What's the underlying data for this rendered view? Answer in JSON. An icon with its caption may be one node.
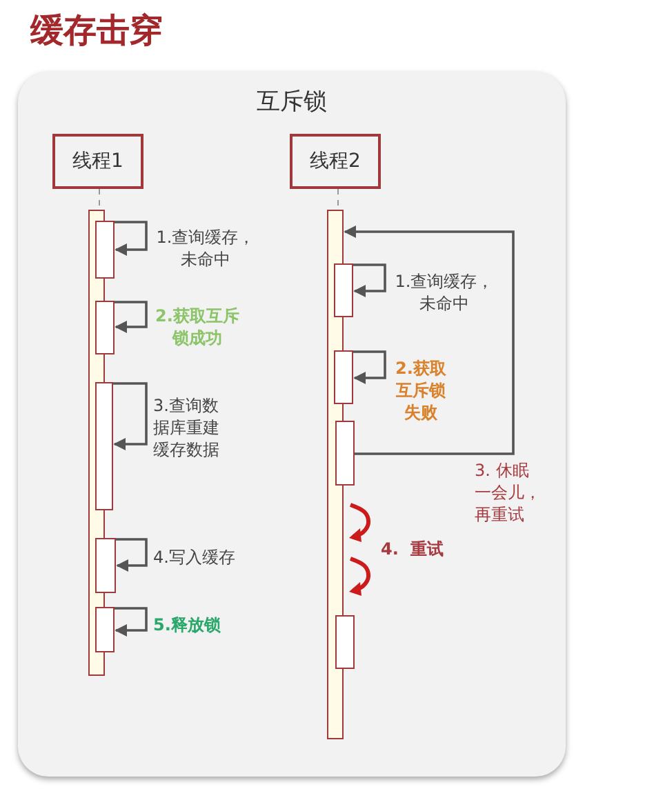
{
  "diagram": {
    "title": "缓存击穿",
    "nodes": [
      {
        "text": [
          "互斥锁"
        ]
      },
      {
        "text": [
          "线程1"
        ],
        "in": 0
      },
      {
        "text": [
          "线程2"
        ],
        "in": 0
      },
      {
        "text": [],
        "shape": "bar",
        "in": 0
      },
      {
        "text": [],
        "shape": "box",
        "in": 0
      },
      {
        "text": [],
        "shape": "box",
        "in": 0
      },
      {
        "text": [],
        "shape": "box",
        "in": 0
      },
      {
        "text": [],
        "shape": "box",
        "in": 0
      },
      {
        "text": [],
        "shape": "box",
        "in": 0
      },
      {
        "text": [],
        "shape": "bar",
        "in": 0
      },
      {
        "text": [],
        "shape": "box",
        "in": 0
      },
      {
        "text": [],
        "shape": "box",
        "in": 0
      },
      {
        "text": [],
        "shape": "box",
        "in": 0
      },
      {
        "text": [],
        "shape": "box",
        "in": 0
      }
    ],
    "edges": [
      {
        "from": 1,
        "to": 3,
        "arrow": "none",
        "style": "dashed"
      },
      {
        "from": 2,
        "to": 9,
        "arrow": "none",
        "style": "dashed"
      },
      {
        "from": 4,
        "to": 4,
        "arrow": "to",
        "label": "1.查询缓存，未命中"
      },
      {
        "from": 5,
        "to": 5,
        "arrow": "to",
        "label": "2.获取互斥锁成功"
      },
      {
        "from": 6,
        "to": 6,
        "arrow": "to",
        "label": "3.查询数据库重建缓存数据"
      },
      {
        "from": 7,
        "to": 7,
        "arrow": "to",
        "label": "4.写入缓存"
      },
      {
        "from": 8,
        "to": 8,
        "arrow": "to",
        "label": "5.释放锁"
      },
      {
        "from": 10,
        "to": 10,
        "arrow": "to",
        "label": "1.查询缓存，未命中"
      },
      {
        "from": 11,
        "to": 11,
        "arrow": "to",
        "label": "2.获取互斥锁失败"
      },
      {
        "from": 12,
        "to": 9,
        "arrow": "to",
        "label": "3. 休眠一会儿，再重试"
      }
    ],
    "labels": [
      "4.  重试"
    ]
  }
}
